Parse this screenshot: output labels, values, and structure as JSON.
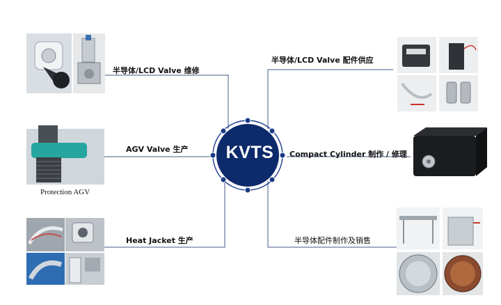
{
  "center": {
    "text": "KVTS"
  },
  "nodes": [
    {
      "id": "lcd-repair",
      "label": "半导体/LCD Valve 维修"
    },
    {
      "id": "agv",
      "label": "AGV Valve 生产",
      "caption": "Protection AGV"
    },
    {
      "id": "heat-jacket",
      "label": "Heat Jacket 生产"
    },
    {
      "id": "lcd-parts",
      "label": "半导体/LCD  Valve 配件供应"
    },
    {
      "id": "cylinder",
      "label": "Compact Cylinder 制作 / 修理"
    },
    {
      "id": "parts-mfg",
      "label": "半导体配件制作及销售"
    }
  ],
  "icons": [
    "valve-gate-photo",
    "solenoid-valve-photo",
    "agv-valve-render",
    "heat-jacket-photo",
    "motor-part-photo",
    "cylinder-block-photo",
    "semiconductor-parts-photo"
  ],
  "colors": {
    "hub": "#0d2a6b",
    "ring": "#1b3a8a",
    "line": "#445a88",
    "dot": "#1c3a86"
  }
}
